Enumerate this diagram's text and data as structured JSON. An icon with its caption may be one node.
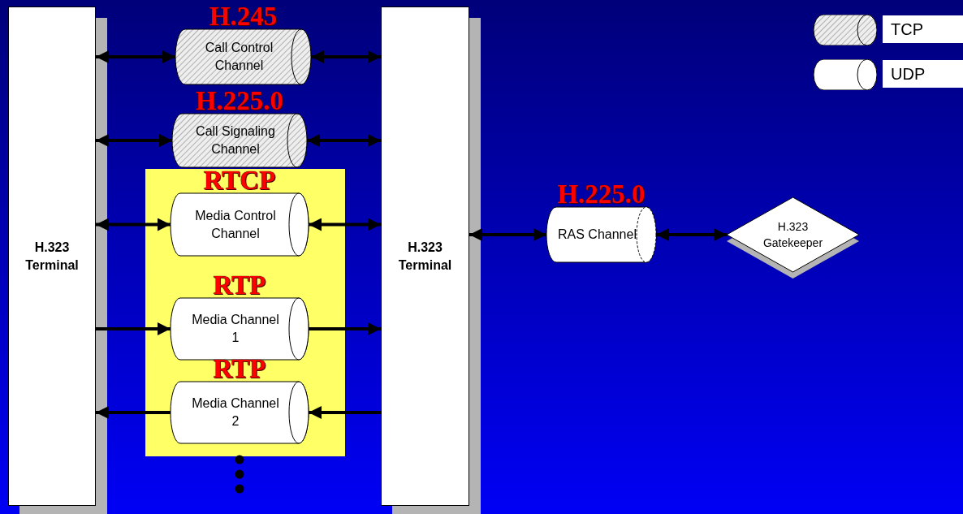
{
  "diagram": {
    "nodes": [
      {
        "text": [
          "H.323 Terminal"
        ]
      },
      {
        "text": [
          "H.245",
          "Call Control Channel"
        ]
      },
      {
        "text": [
          "H.225.0",
          "Call Signaling Channel"
        ]
      },
      {
        "text": [],
        "shape": "box"
      },
      {
        "text": [
          "RTCP",
          "Media Control Channel"
        ],
        "in": 3
      },
      {
        "text": [
          "RTP",
          "Media Channel 1"
        ],
        "in": 3
      },
      {
        "text": [
          "RTP",
          "Media Channel 2"
        ],
        "in": 3
      },
      {
        "text": [
          "H.323 Terminal"
        ]
      },
      {
        "text": [
          "H.225.0",
          "RAS Channel"
        ]
      },
      {
        "text": [
          "H.323 Gatekeeper"
        ]
      }
    ],
    "edges": [
      {
        "from": 0,
        "to": 1,
        "arrow": "both"
      },
      {
        "from": 1,
        "to": 7,
        "arrow": "both"
      },
      {
        "from": 0,
        "to": 2,
        "arrow": "both"
      },
      {
        "from": 2,
        "to": 7,
        "arrow": "both"
      },
      {
        "from": 0,
        "to": 4,
        "arrow": "both"
      },
      {
        "from": 4,
        "to": 7,
        "arrow": "both"
      },
      {
        "from": 0,
        "to": 5,
        "arrow": "to"
      },
      {
        "from": 5,
        "to": 7,
        "arrow": "to"
      },
      {
        "from": 7,
        "to": 6,
        "arrow": "to"
      },
      {
        "from": 6,
        "to": 0,
        "arrow": "to"
      },
      {
        "from": 7,
        "to": 8,
        "arrow": "both"
      },
      {
        "from": 8,
        "to": 9,
        "arrow": "both"
      }
    ],
    "legend": [
      {
        "text": "TCP"
      },
      {
        "text": "UDP"
      }
    ]
  }
}
